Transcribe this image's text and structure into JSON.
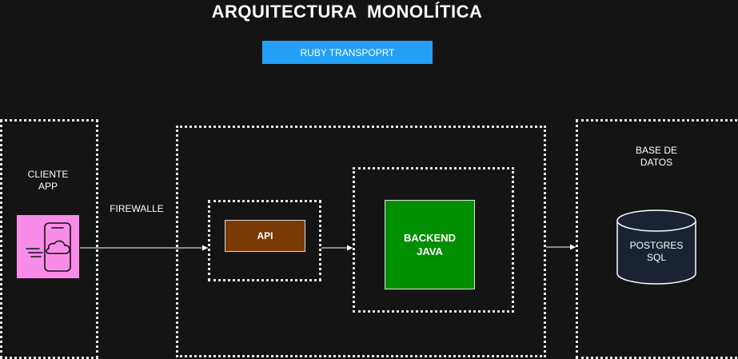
{
  "title": "ARQUITECTURA  MONOLÍTICA",
  "badge": "RUBY TRANSPOPRT",
  "client": {
    "line1": "CLIENTE",
    "line2": "APP",
    "icon": "mobile-cloud-icon"
  },
  "firewall": "FIREWALLE",
  "api": "API",
  "backend": {
    "line1": "BACKEND",
    "line2": "JAVA"
  },
  "database": {
    "header_line1": "BASE DE",
    "header_line2": "DATOS",
    "line1": "POSTGRES",
    "line2": "SQL"
  },
  "colors": {
    "background": "#141414",
    "badge": "#22a0f5",
    "client_icon_bg": "#f88ce8",
    "api": "#7a3a05",
    "backend": "#008f00",
    "database_fill": "#1a2333"
  }
}
